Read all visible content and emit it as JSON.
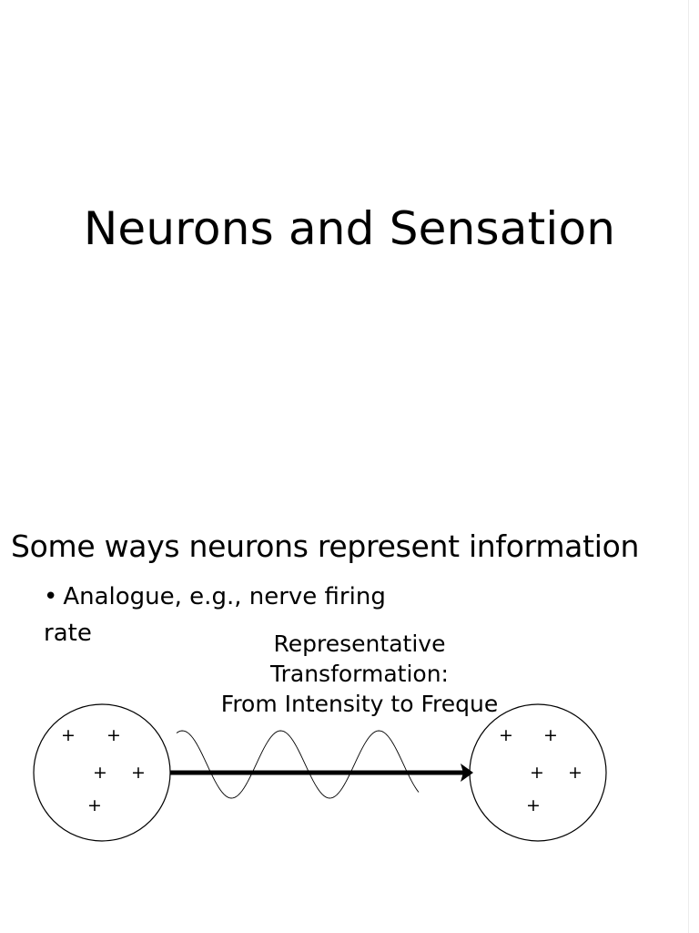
{
  "slide1": {
    "title": "Neurons and Sensation"
  },
  "slide2": {
    "title": "Some ways neurons represent information",
    "bullet": {
      "marker": "•",
      "text_line1": "Analogue, e.g., nerve firing",
      "text_line2": "rate"
    },
    "caption": {
      "line1": "Representative",
      "line2": "Transformation:",
      "line3": "From Intensity to Freque"
    },
    "diagram": {
      "left_neuron_signs": [
        "+",
        "+",
        "+",
        "+",
        "+"
      ],
      "right_neuron_signs": [
        "+",
        "+",
        "+",
        "+",
        "+"
      ]
    }
  }
}
